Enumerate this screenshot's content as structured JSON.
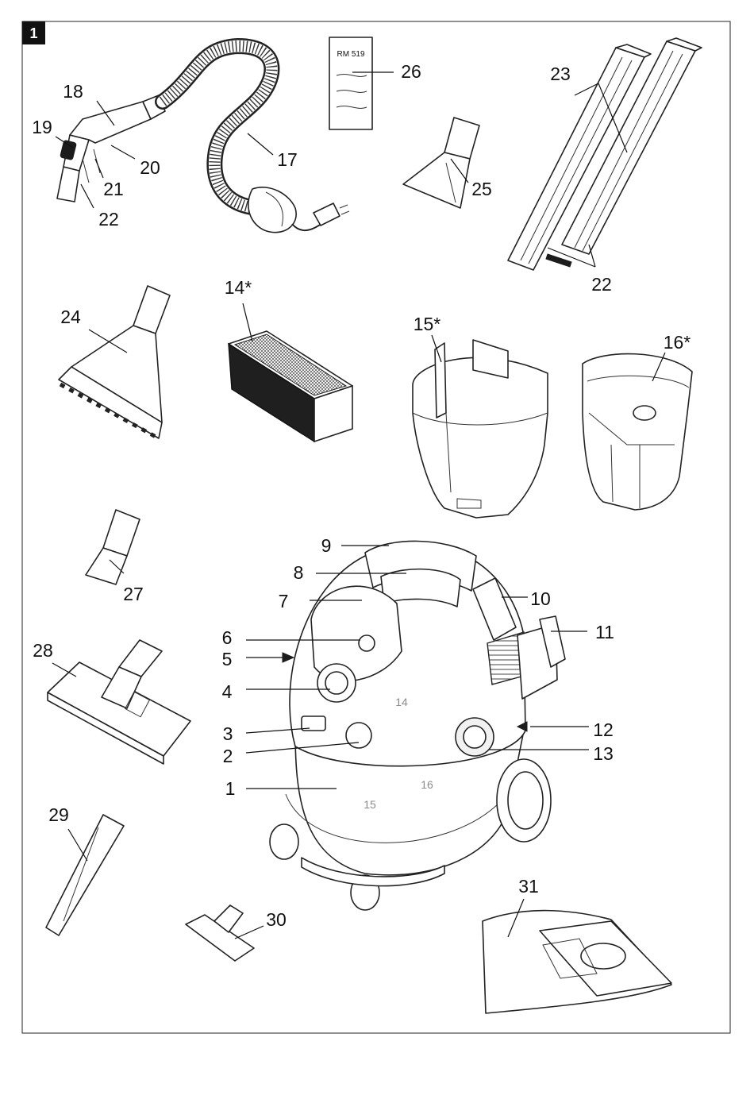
{
  "figure_number": "1",
  "filter_label": "RM 519",
  "callouts": [
    "1",
    "2",
    "3",
    "4",
    "5",
    "6",
    "7",
    "8",
    "9",
    "10",
    "11",
    "12",
    "13",
    "14*",
    "15*",
    "16*",
    "17",
    "18",
    "19",
    "20",
    "21",
    "22",
    "22",
    "23",
    "24",
    "25",
    "26",
    "27",
    "28",
    "29",
    "30",
    "31"
  ],
  "inner_labels": [
    "14",
    "15",
    "16"
  ]
}
